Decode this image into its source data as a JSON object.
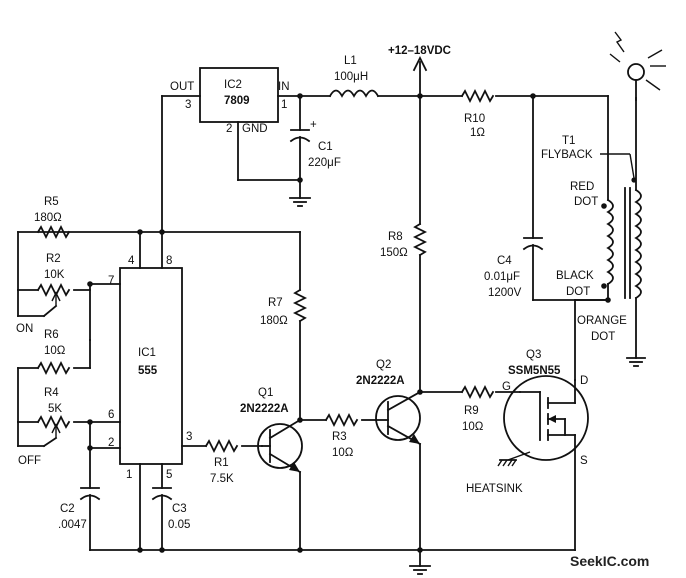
{
  "supply": "+12–18VDC",
  "ic2": {
    "ref": "IC2",
    "part": "7809",
    "pin_out": "OUT",
    "pin_in": "IN",
    "pin_gnd": "GND",
    "pin1": "1",
    "pin2": "2",
    "pin3": "3"
  },
  "l1": {
    "ref": "L1",
    "value": "100μH"
  },
  "c1": {
    "ref": "C1",
    "value": "220μF",
    "polarity": "+"
  },
  "r10": {
    "ref": "R10",
    "value": "1Ω"
  },
  "t1": {
    "ref": "T1",
    "type": "FLYBACK",
    "red_dot_1": "RED",
    "red_dot_2": "DOT",
    "black_dot_1": "BLACK",
    "black_dot_2": "DOT",
    "orange_dot_1": "ORANGE",
    "orange_dot_2": "DOT"
  },
  "c4": {
    "ref": "C4",
    "value": "0.01μF",
    "voltage": "1200V"
  },
  "r8": {
    "ref": "R8",
    "value": "150Ω"
  },
  "r5": {
    "ref": "R5",
    "value": "180Ω"
  },
  "r2": {
    "ref": "R2",
    "value": "10K"
  },
  "on_label": "ON",
  "r6": {
    "ref": "R6",
    "value": "10Ω"
  },
  "r4": {
    "ref": "R4",
    "value": "5K"
  },
  "off_label": "OFF",
  "ic1": {
    "ref": "IC1",
    "part": "555",
    "pin4": "4",
    "pin8": "8",
    "pin7": "7",
    "pin6": "6",
    "pin2": "2",
    "pin3": "3",
    "pin1": "1",
    "pin5": "5"
  },
  "r7": {
    "ref": "R7",
    "value": "180Ω"
  },
  "q1": {
    "ref": "Q1",
    "part": "2N2222A"
  },
  "q2": {
    "ref": "Q2",
    "part": "2N2222A"
  },
  "r3": {
    "ref": "R3",
    "value": "10Ω"
  },
  "r1": {
    "ref": "R1",
    "value": "7.5K"
  },
  "r9": {
    "ref": "R9",
    "value": "10Ω"
  },
  "q3": {
    "ref": "Q3",
    "part": "SSM5N55",
    "pin_g": "G",
    "pin_d": "D",
    "pin_s": "S"
  },
  "heatsink": "HEATSINK",
  "c2": {
    "ref": "C2",
    "value": ".0047"
  },
  "c3": {
    "ref": "C3",
    "value": "0.05"
  },
  "watermark": "SeekIC.com"
}
